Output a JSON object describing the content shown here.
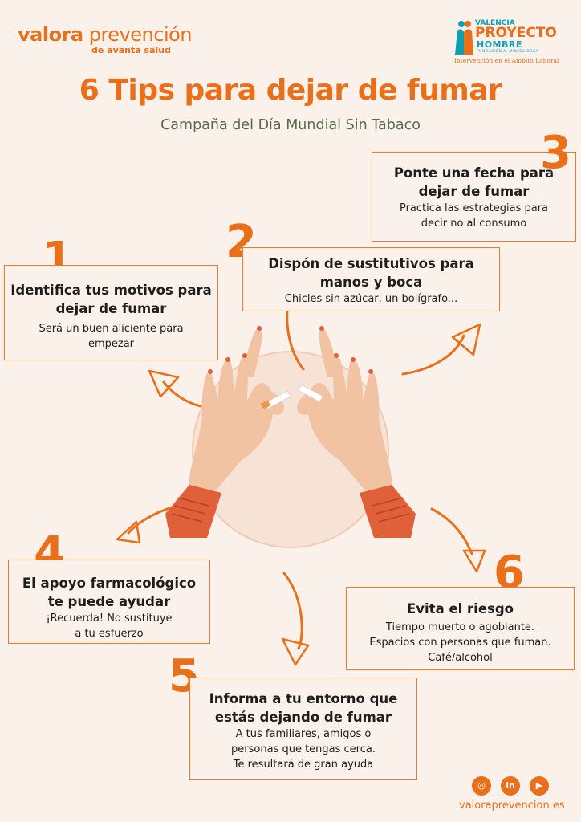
{
  "header": {
    "brand_name_1": "valora",
    "brand_name_2": "prevención",
    "brand_tagline": "de avanta salud",
    "partner_city": "VALENCIA",
    "partner_name_1": "PROYECTO",
    "partner_name_2": "HOMBRE",
    "partner_sub": "FUNDACIÓN A. MIQUEL BOCA",
    "partner_line": "Intervención en el Ámbito Laboral"
  },
  "title": "6 Tips para dejar de fumar",
  "subtitle": "Campaña del Día Mundial Sin Tabaco",
  "tips": [
    {
      "number": "1",
      "heading_1": "Identifica tus motivos para",
      "heading_2": "dejar de fumar",
      "text_1": "Será un buen aliciente para",
      "text_2": "empezar",
      "text_3": ""
    },
    {
      "number": "2",
      "heading_1": "Dispón de sustitutivos para",
      "heading_2": "manos y boca",
      "text_1": "Chicles sin azúcar, un bolígrafo...",
      "text_2": "",
      "text_3": ""
    },
    {
      "number": "3",
      "heading_1": "Ponte una fecha para",
      "heading_2": "dejar de fumar",
      "text_1": "Practica las estrategias para",
      "text_2": "decir no al consumo",
      "text_3": ""
    },
    {
      "number": "4",
      "heading_1": "El apoyo farmacológico",
      "heading_2": "te puede ayudar",
      "text_1": "¡Recuerda! No sustituye",
      "text_2": "a tu esfuerzo",
      "text_3": ""
    },
    {
      "number": "5",
      "heading_1": "Informa a tu entorno que",
      "heading_2": "estás dejando de fumar",
      "text_1": "A tus familiares, amigos o",
      "text_2": "personas que tengas cerca.",
      "text_3": "Te resultará de gran ayuda"
    },
    {
      "number": "6",
      "heading_1": "Evita el riesgo",
      "heading_2": "",
      "text_1": "Tiempo muerto o agobiante.",
      "text_2": "Espacios con personas que fuman.",
      "text_3": "Café/alcohol"
    }
  ],
  "footer": {
    "social_instagram": "◎",
    "social_linkedin": "in",
    "social_youtube": "▶",
    "website": "valoraprevencion.es"
  },
  "colors": {
    "accent": "#e96f1a",
    "background": "#fbf1eb",
    "partner_blue": "#0f9eb6",
    "skin": "#f2c3a2",
    "sleeve": "#e0603a"
  }
}
